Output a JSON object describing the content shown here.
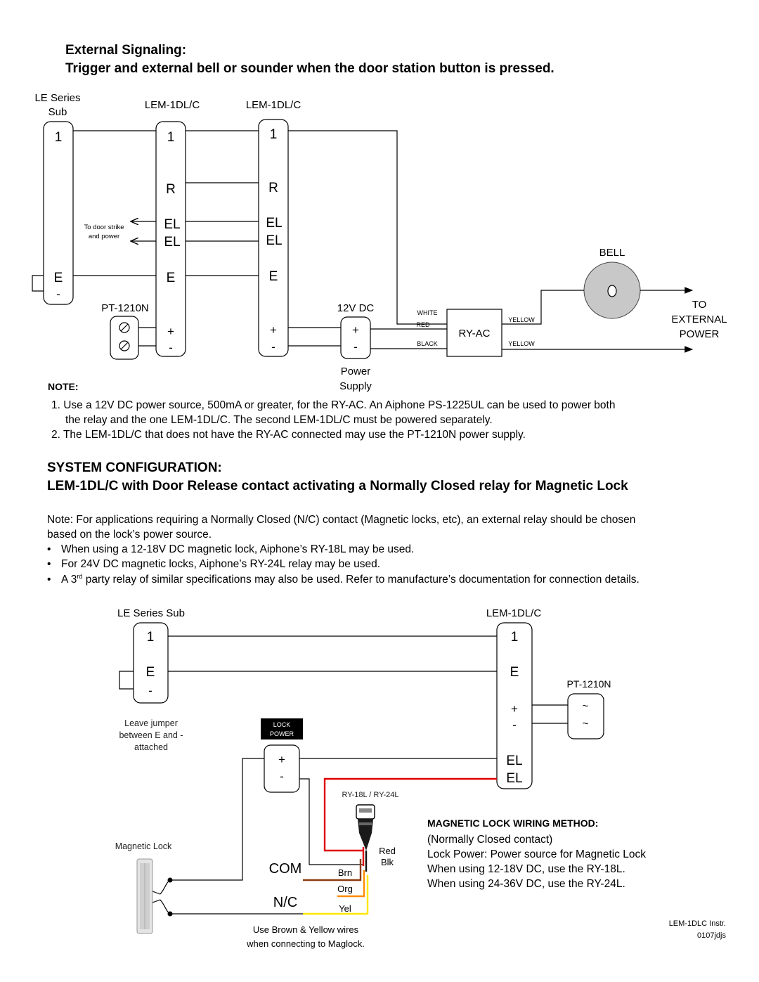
{
  "section1": {
    "title": "External Signaling:",
    "subtitle": "Trigger and external bell or sounder when the door station button is pressed."
  },
  "diagram1": {
    "le_series_sub_line1": "LE Series",
    "le_series_sub_line2": "Sub",
    "lem_a_label": "LEM-1DL/C",
    "lem_b_label": "LEM-1DL/C",
    "term_1": "1",
    "term_r": "R",
    "term_el": "EL",
    "term_e": "E",
    "term_minus": "-",
    "term_plus": "+",
    "door_strike_line1": "To door strike",
    "door_strike_line2": "and power",
    "pt_label": "PT-1210N",
    "dc_label": "12V DC",
    "power_supply_line1": "Power",
    "power_supply_line2": "Supply",
    "white": "WHITE",
    "red": "RED",
    "black": "BLACK",
    "ry_ac": "RY-AC",
    "yellow1": "YELLOW",
    "yellow2": "YELLOW",
    "bell": "BELL",
    "to_ext_line1": "TO",
    "to_ext_line2": "EXTERNAL",
    "to_ext_line3": "POWER"
  },
  "notes": {
    "heading": "NOTE:",
    "items": [
      "1.  Use a 12V DC power source, 500mA or greater, for the RY-AC. An Aiphone PS-1225UL can be used to power both",
      "the relay and the one LEM-1DL/C. The second LEM-1DL/C must be powered separately.",
      "2. The LEM-1DL/C that does not have the RY-AC connected may use the PT-1210N power supply."
    ]
  },
  "section2": {
    "title": "SYSTEM CONFIGURATION:",
    "subtitle": "LEM-1DL/C with Door Release contact activating a Normally Closed relay for Magnetic Lock",
    "note_line1": "Note: For applications requiring a Normally Closed (N/C) contact (Magnetic locks, etc), an external relay should be chosen",
    "note_line2": "based on the lock’s power source.",
    "bullets": [
      "When using a 12-18V DC magnetic lock, Aiphone’s RY-18L may be used.",
      "For 24V DC magnetic locks, Aiphone’s RY-24L relay may be used."
    ],
    "bullet3_pre": "A 3",
    "bullet3_sup": "rd",
    "bullet3_post": " party relay of similar specifications may also be used.  Refer to manufacture’s  documentation for connection details."
  },
  "diagram2": {
    "le_series_sub": "LE Series Sub",
    "lem_label": "LEM-1DL/C",
    "term_1": "1",
    "term_e": "E",
    "term_minus": "-",
    "term_plus": "+",
    "term_el": "EL",
    "pt_label": "PT-1210N",
    "tilde": "~",
    "jumper_line1": "Leave jumper",
    "jumper_line2": "between E and -",
    "jumper_line3": "attached",
    "lock_power_line1": "LOCK",
    "lock_power_line2": "POWER",
    "ry_label": "RY-18L / RY-24L",
    "magnetic_lock": "Magnetic Lock",
    "com": "COM",
    "nc": "N/C",
    "brn": "Brn",
    "org": "Org",
    "yel": "Yel",
    "red": "Red",
    "blk": "Blk",
    "brown_yellow_line1": "Use Brown & Yellow wires",
    "brown_yellow_line2": "when connecting to Maglock.",
    "method_title": "MAGNETIC LOCK WIRING METHOD:",
    "method_lines": [
      "(Normally Closed contact)",
      "Lock Power: Power source for Magnetic Lock",
      "When using 12-18V DC, use the RY-18L.",
      "When using 24-36V DC, use the RY-24L."
    ]
  },
  "footer": {
    "line1": "LEM-1DLC Instr.",
    "line2": "0107jdjs"
  },
  "colors": {
    "red_wire": "#e00000",
    "brown_wire": "#8b3a0f",
    "orange_wire": "#ff8c00",
    "yellow_wire": "#ffe600",
    "bell_fill": "#c8c8c8",
    "lock_power_fill": "#000000"
  }
}
